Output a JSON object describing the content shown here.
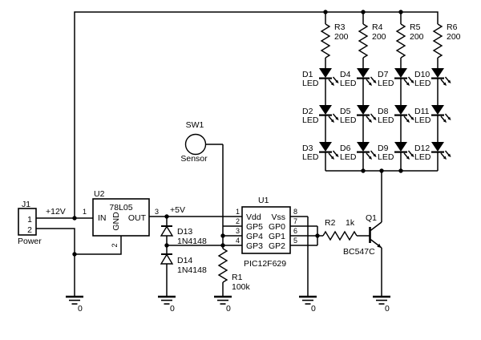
{
  "nets": {
    "v12": "+12V",
    "v5": "+5V"
  },
  "j1": {
    "ref": "J1",
    "name": "Power",
    "pins": [
      "1",
      "2"
    ]
  },
  "u2": {
    "ref": "U2",
    "part": "78L05",
    "in": "IN",
    "gnd": "GND",
    "out": "OUT",
    "pin_in": "1",
    "pin_gnd": "2",
    "pin_out": "3"
  },
  "sw1": {
    "ref": "SW1",
    "label": "Sensor"
  },
  "d13": {
    "ref": "D13",
    "part": "1N4148"
  },
  "d14": {
    "ref": "D14",
    "part": "1N4148"
  },
  "r1": {
    "ref": "R1",
    "value": "100k"
  },
  "r2": {
    "ref": "R2",
    "value": "1k"
  },
  "q1": {
    "ref": "Q1",
    "part": "BC547C"
  },
  "u1": {
    "ref": "U1",
    "part": "PIC12F629",
    "pins_left": [
      {
        "num": "1",
        "label": "Vdd"
      },
      {
        "num": "2",
        "label": "GP5"
      },
      {
        "num": "3",
        "label": "GP4"
      },
      {
        "num": "4",
        "label": "GP3"
      }
    ],
    "pins_right": [
      {
        "num": "8",
        "label": "Vss"
      },
      {
        "num": "7",
        "label": "GP0"
      },
      {
        "num": "6",
        "label": "GP1"
      },
      {
        "num": "5",
        "label": "GP2"
      }
    ]
  },
  "ballast": [
    {
      "ref": "R3",
      "value": "200"
    },
    {
      "ref": "R4",
      "value": "200"
    },
    {
      "ref": "R5",
      "value": "200"
    },
    {
      "ref": "R6",
      "value": "200"
    }
  ],
  "leds": [
    {
      "ref": "D1",
      "label": "LED"
    },
    {
      "ref": "D2",
      "label": "LED"
    },
    {
      "ref": "D3",
      "label": "LED"
    },
    {
      "ref": "D4",
      "label": "LED"
    },
    {
      "ref": "D5",
      "label": "LED"
    },
    {
      "ref": "D6",
      "label": "LED"
    },
    {
      "ref": "D7",
      "label": "LED"
    },
    {
      "ref": "D8",
      "label": "LED"
    },
    {
      "ref": "D9",
      "label": "LED"
    },
    {
      "ref": "D10",
      "label": "LED"
    },
    {
      "ref": "D11",
      "label": "LED"
    },
    {
      "ref": "D12",
      "label": "LED"
    }
  ],
  "ground_label": "0",
  "colors": {
    "ink": "#000000",
    "paper": "#ffffff"
  }
}
